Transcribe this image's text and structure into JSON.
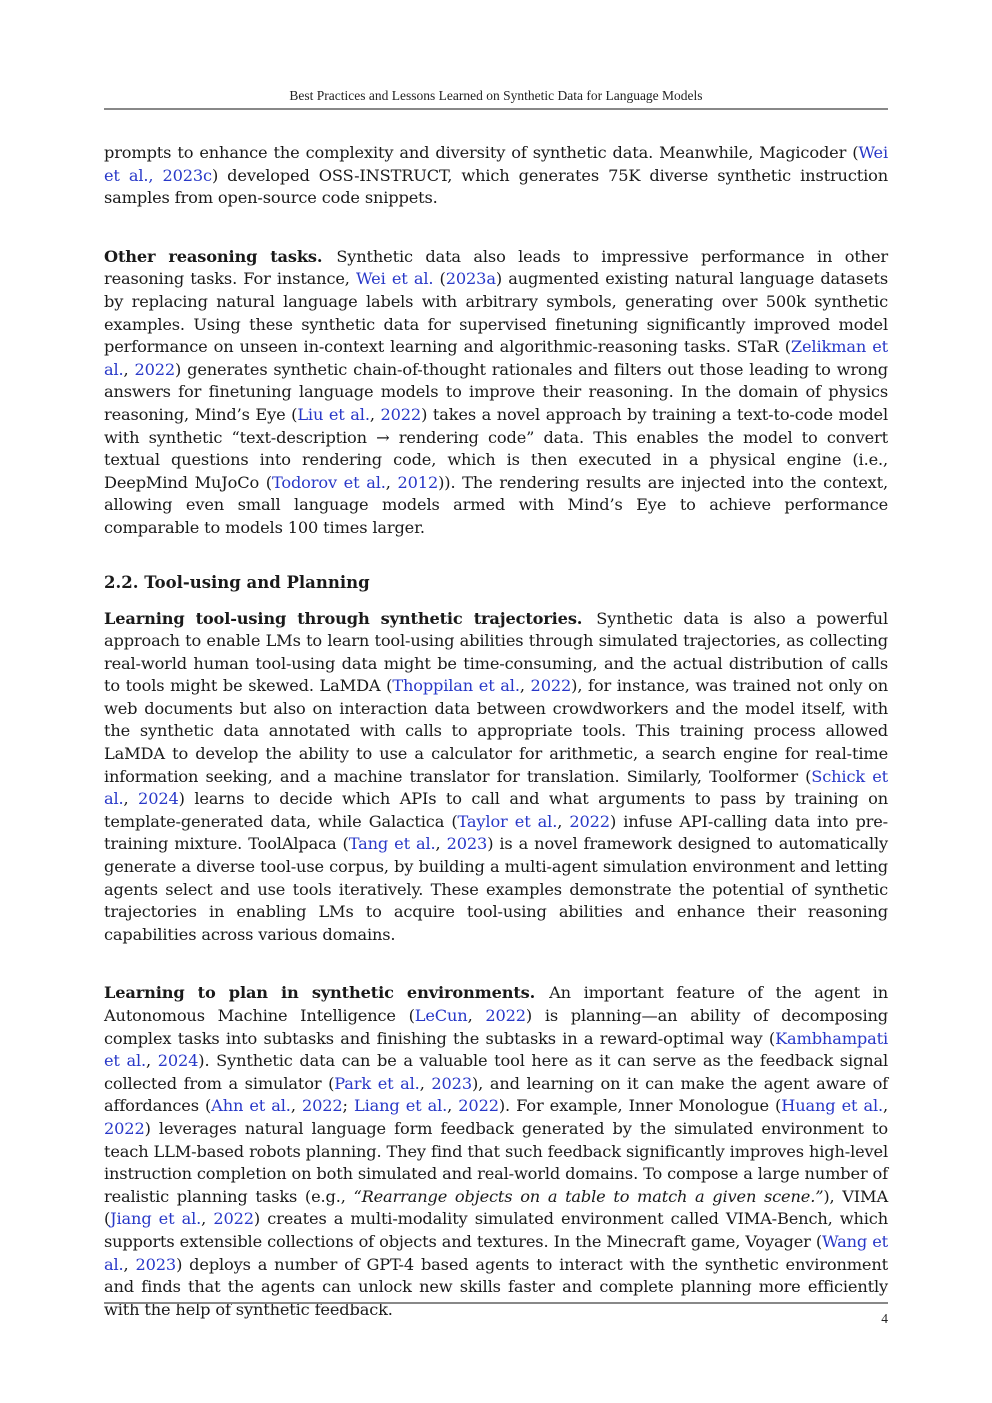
{
  "header": {
    "running_title": "Best Practices and Lessons Learned on Synthetic Data for Language Models"
  },
  "footer": {
    "page_number": "4"
  },
  "p1": {
    "t1": "prompts to enhance the complexity and diversity of synthetic data. Meanwhile, Magicoder (",
    "c1": "Wei et al., 2023c",
    "t2": ") developed OSS-INSTRUCT, which generates 75K diverse synthetic instruction samples from open-source code snippets."
  },
  "p2": {
    "runin": "Other reasoning tasks.",
    "t1": "Synthetic data also leads to impressive performance in other reasoning tasks. For instance, ",
    "c1": "Wei et al.",
    "t2": " (",
    "c2": "2023a",
    "t3": ") augmented existing natural language datasets by replacing natural language labels with arbitrary symbols, generating over 500k synthetic examples. Using these synthetic data for supervised finetuning significantly improved model performance on unseen in-context learning and algorithmic-reasoning tasks. STaR (",
    "c3": "Zelikman et al.",
    "t4": ", ",
    "c4": "2022",
    "t5": ") generates synthetic chain-of-thought rationales and filters out those leading to wrong answers for finetuning language models to improve their reasoning. In the domain of physics reasoning, Mind’s Eye (",
    "c5": "Liu et al.",
    "t6": ", ",
    "c6": "2022",
    "t7": ") takes a novel approach by training a text-to-code model with synthetic “text-description → rendering code” data. This enables the model to convert textual questions into rendering code, which is then executed in a physical engine (i.e., DeepMind MuJoCo (",
    "c7": "Todorov et al.",
    "t8": ", ",
    "c8": "2012",
    "t9": ")). The rendering results are injected into the context, allowing even small language models armed with Mind’s Eye to achieve performance comparable to models 100 times larger."
  },
  "section": {
    "title": "2.2.  Tool-using and Planning"
  },
  "p3": {
    "runin": "Learning tool-using through synthetic trajectories.",
    "t1": "Synthetic data is also a powerful approach to enable LMs to learn tool-using abilities through simulated trajectories, as collecting real-world human tool-using data might be time-consuming, and the actual distribution of calls to tools might be skewed. LaMDA (",
    "c1": "Thoppilan et al.",
    "t2": ", ",
    "c2": "2022",
    "t3": "), for instance, was trained not only on web documents but also on interaction data between crowdworkers and the model itself, with the synthetic data annotated with calls to appropriate tools. This training process allowed LaMDA to develop the ability to use a calculator for arithmetic, a search engine for real-time information seeking, and a machine translator for translation. Similarly, Toolformer (",
    "c3": "Schick et al.",
    "t4": ", ",
    "c4": "2024",
    "t5": ") learns to decide which APIs to call and what arguments to pass by training on template-generated data, while Galactica (",
    "c5": "Taylor et al.",
    "t6": ", ",
    "c6": "2022",
    "t7": ") infuse API-calling data into pre-training mixture. ToolAlpaca (",
    "c7": "Tang et al.",
    "t8": ", ",
    "c8": "2023",
    "t9": ") is a novel framework designed to automatically generate a diverse tool-use corpus, by building a multi-agent simulation environment and letting agents select and use tools iteratively. These examples demonstrate the potential of synthetic trajectories in enabling LMs to acquire tool-using abilities and enhance their reasoning capabilities across various domains."
  },
  "p4": {
    "runin": "Learning to plan in synthetic environments.",
    "t1": "An important feature of the agent in Autonomous Machine Intelligence (",
    "c1": "LeCun",
    "t2": ", ",
    "c2": "2022",
    "t3": ") is planning—an ability of decomposing complex tasks into subtasks and finishing the subtasks in a reward-optimal way (",
    "c3": "Kambhampati et al.",
    "t4": ", ",
    "c4": "2024",
    "t5": "). Synthetic data can be a valuable tool here as it can serve as the feedback signal collected from a simulator (",
    "c5": "Park et al.",
    "t6": ", ",
    "c6": "2023",
    "t7": "), and learning on it can make the agent aware of affordances (",
    "c7": "Ahn et al.",
    "t8": ", ",
    "c8": "2022",
    "t9": "; ",
    "c9": "Liang et al.",
    "t10": ", ",
    "c10": "2022",
    "t11": "). For example, Inner Monologue (",
    "c11": "Huang et al.",
    "t12": ", ",
    "c12": "2022",
    "t13": ") leverages natural language form feedback generated by the simulated environment to teach LLM-based robots planning. They find that such feedback significantly improves high-level instruction completion on both simulated and real-world domains. To compose a large number of realistic planning tasks (e.g., ",
    "q1": "“Rearrange objects on a table to match a given scene.”",
    "t14": "), VIMA (",
    "c13": "Jiang et al.",
    "t15": ", ",
    "c14": "2022",
    "t16": ") creates a multi-modality simulated environment called VIMA-Bench, which supports extensible collections of objects and textures. In the Minecraft game, Voyager (",
    "c15": "Wang et al.",
    "t17": ", ",
    "c16": "2023",
    "t18": ") deploys a number of GPT-4 based agents to interact with the synthetic environment and finds that the agents can unlock new skills faster and complete planning more efficiently with the help of synthetic feedback."
  },
  "colors": {
    "citation": "#2838c8",
    "rule": "#888888"
  }
}
